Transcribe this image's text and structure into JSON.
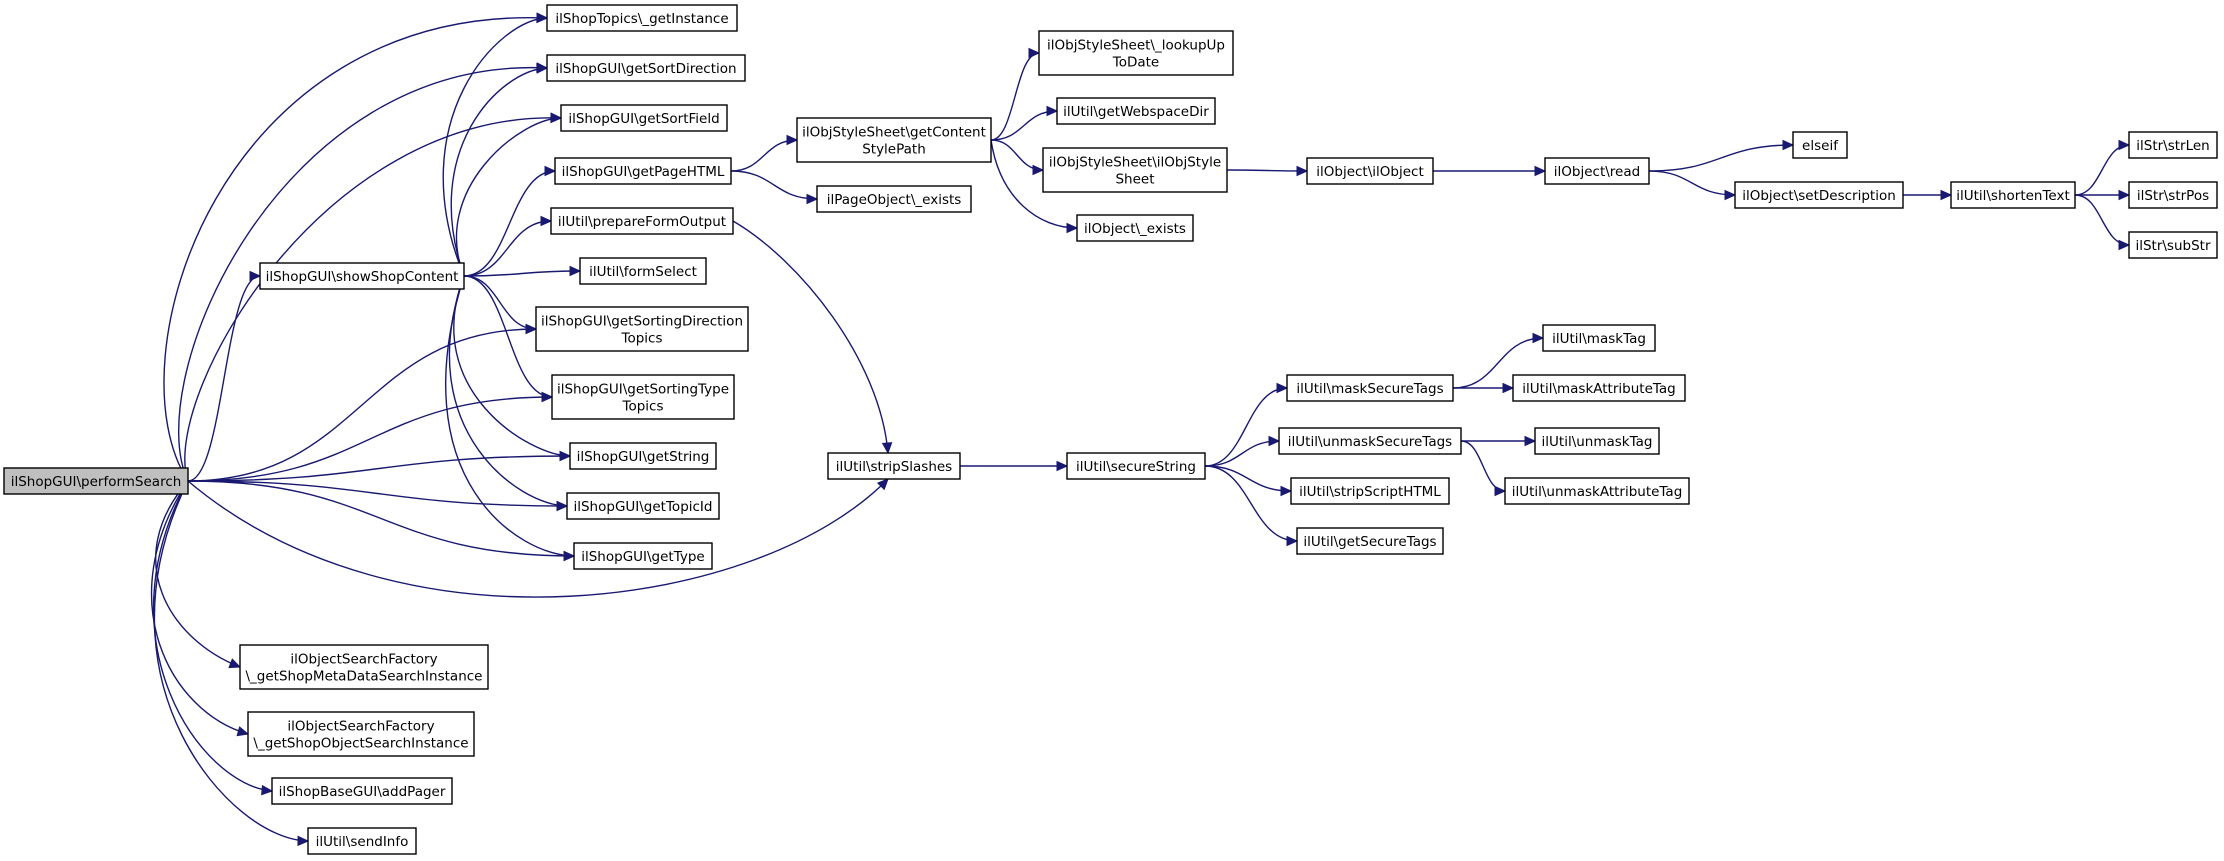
{
  "graph": {
    "colors": {
      "edge": "#191970",
      "node_border": "#000000",
      "root_fill": "#bfbfbf",
      "node_fill": "#ffffff"
    },
    "nodes": [
      {
        "id": "performSearch",
        "lines": [
          "ilShopGUI\\performSearch"
        ],
        "root": true
      },
      {
        "id": "showShopContent",
        "lines": [
          "ilShopGUI\\showShopContent"
        ]
      },
      {
        "id": "getInstance",
        "lines": [
          "ilShopTopics\\_getInstance"
        ]
      },
      {
        "id": "getSortDirection",
        "lines": [
          "ilShopGUI\\getSortDirection"
        ]
      },
      {
        "id": "getSortField",
        "lines": [
          "ilShopGUI\\getSortField"
        ]
      },
      {
        "id": "getPageHTML",
        "lines": [
          "ilShopGUI\\getPageHTML"
        ]
      },
      {
        "id": "prepareFormOutput",
        "lines": [
          "ilUtil\\prepareFormOutput"
        ]
      },
      {
        "id": "formSelect",
        "lines": [
          "ilUtil\\formSelect"
        ]
      },
      {
        "id": "getSortingDirectionTopics",
        "lines": [
          "ilShopGUI\\getSortingDirection",
          "Topics"
        ]
      },
      {
        "id": "getSortingTypeTopics",
        "lines": [
          "ilShopGUI\\getSortingType",
          "Topics"
        ]
      },
      {
        "id": "getString",
        "lines": [
          "ilShopGUI\\getString"
        ]
      },
      {
        "id": "getTopicId",
        "lines": [
          "ilShopGUI\\getTopicId"
        ]
      },
      {
        "id": "getType",
        "lines": [
          "ilShopGUI\\getType"
        ]
      },
      {
        "id": "getShopMetaDataSearchInstance",
        "lines": [
          "ilObjectSearchFactory",
          "\\_getShopMetaDataSearchInstance"
        ]
      },
      {
        "id": "getShopObjectSearchInstance",
        "lines": [
          "ilObjectSearchFactory",
          "\\_getShopObjectSearchInstance"
        ]
      },
      {
        "id": "addPager",
        "lines": [
          "ilShopBaseGUI\\addPager"
        ]
      },
      {
        "id": "sendInfo",
        "lines": [
          "ilUtil\\sendInfo"
        ]
      },
      {
        "id": "getContentStylePath",
        "lines": [
          "ilObjStyleSheet\\getContent",
          "StylePath"
        ]
      },
      {
        "id": "pageObjectExists",
        "lines": [
          "ilPageObject\\_exists"
        ]
      },
      {
        "id": "lookUpToDate",
        "lines": [
          "ilObjStyleSheet\\_lookupUp",
          "ToDate"
        ]
      },
      {
        "id": "getWebspaceDir",
        "lines": [
          "ilUtil\\getWebspaceDir"
        ]
      },
      {
        "id": "ilObjStyleSheet",
        "lines": [
          "ilObjStyleSheet\\ilObjStyle",
          "Sheet"
        ]
      },
      {
        "id": "objectExists",
        "lines": [
          "ilObject\\_exists"
        ]
      },
      {
        "id": "ilObject",
        "lines": [
          "ilObject\\ilObject"
        ]
      },
      {
        "id": "read",
        "lines": [
          "ilObject\\read"
        ]
      },
      {
        "id": "elseif",
        "lines": [
          "elseif"
        ]
      },
      {
        "id": "setDescription",
        "lines": [
          "ilObject\\setDescription"
        ]
      },
      {
        "id": "shortenText",
        "lines": [
          "ilUtil\\shortenText"
        ]
      },
      {
        "id": "strLen",
        "lines": [
          "ilStr\\strLen"
        ]
      },
      {
        "id": "strPos",
        "lines": [
          "ilStr\\strPos"
        ]
      },
      {
        "id": "subStr",
        "lines": [
          "ilStr\\subStr"
        ]
      },
      {
        "id": "stripSlashes",
        "lines": [
          "ilUtil\\stripSlashes"
        ]
      },
      {
        "id": "secureString",
        "lines": [
          "ilUtil\\secureString"
        ]
      },
      {
        "id": "maskSecureTags",
        "lines": [
          "ilUtil\\maskSecureTags"
        ]
      },
      {
        "id": "maskTag",
        "lines": [
          "ilUtil\\maskTag"
        ]
      },
      {
        "id": "maskAttributeTag",
        "lines": [
          "ilUtil\\maskAttributeTag"
        ]
      },
      {
        "id": "unmaskSecureTags",
        "lines": [
          "ilUtil\\unmaskSecureTags"
        ]
      },
      {
        "id": "unmaskTag",
        "lines": [
          "ilUtil\\unmaskTag"
        ]
      },
      {
        "id": "unmaskAttributeTag",
        "lines": [
          "ilUtil\\unmaskAttributeTag"
        ]
      },
      {
        "id": "stripScriptHTML",
        "lines": [
          "ilUtil\\stripScriptHTML"
        ]
      },
      {
        "id": "getSecureTags",
        "lines": [
          "ilUtil\\getSecureTags"
        ]
      }
    ],
    "edges": [
      [
        "performSearch",
        "showShopContent"
      ],
      [
        "performSearch",
        "getInstance"
      ],
      [
        "performSearch",
        "getSortDirection"
      ],
      [
        "performSearch",
        "getSortField"
      ],
      [
        "performSearch",
        "getSortingDirectionTopics"
      ],
      [
        "performSearch",
        "getSortingTypeTopics"
      ],
      [
        "performSearch",
        "getString"
      ],
      [
        "performSearch",
        "getTopicId"
      ],
      [
        "performSearch",
        "getType"
      ],
      [
        "performSearch",
        "stripSlashes"
      ],
      [
        "performSearch",
        "getShopMetaDataSearchInstance"
      ],
      [
        "performSearch",
        "getShopObjectSearchInstance"
      ],
      [
        "performSearch",
        "addPager"
      ],
      [
        "performSearch",
        "sendInfo"
      ],
      [
        "showShopContent",
        "getInstance"
      ],
      [
        "showShopContent",
        "getSortDirection"
      ],
      [
        "showShopContent",
        "getSortField"
      ],
      [
        "showShopContent",
        "getPageHTML"
      ],
      [
        "showShopContent",
        "prepareFormOutput"
      ],
      [
        "showShopContent",
        "formSelect"
      ],
      [
        "showShopContent",
        "getSortingDirectionTopics"
      ],
      [
        "showShopContent",
        "getSortingTypeTopics"
      ],
      [
        "showShopContent",
        "getString"
      ],
      [
        "showShopContent",
        "getTopicId"
      ],
      [
        "showShopContent",
        "getType"
      ],
      [
        "getPageHTML",
        "getContentStylePath"
      ],
      [
        "getPageHTML",
        "pageObjectExists"
      ],
      [
        "prepareFormOutput",
        "stripSlashes"
      ],
      [
        "getContentStylePath",
        "lookUpToDate"
      ],
      [
        "getContentStylePath",
        "getWebspaceDir"
      ],
      [
        "getContentStylePath",
        "ilObjStyleSheet"
      ],
      [
        "getContentStylePath",
        "objectExists"
      ],
      [
        "ilObjStyleSheet",
        "ilObject"
      ],
      [
        "ilObject",
        "read"
      ],
      [
        "read",
        "elseif"
      ],
      [
        "read",
        "setDescription"
      ],
      [
        "setDescription",
        "shortenText"
      ],
      [
        "shortenText",
        "strLen"
      ],
      [
        "shortenText",
        "strPos"
      ],
      [
        "shortenText",
        "subStr"
      ],
      [
        "stripSlashes",
        "secureString"
      ],
      [
        "secureString",
        "maskSecureTags"
      ],
      [
        "secureString",
        "unmaskSecureTags"
      ],
      [
        "secureString",
        "stripScriptHTML"
      ],
      [
        "secureString",
        "getSecureTags"
      ],
      [
        "maskSecureTags",
        "maskTag"
      ],
      [
        "maskSecureTags",
        "maskAttributeTag"
      ],
      [
        "unmaskSecureTags",
        "unmaskTag"
      ],
      [
        "unmaskSecureTags",
        "unmaskAttributeTag"
      ]
    ]
  }
}
